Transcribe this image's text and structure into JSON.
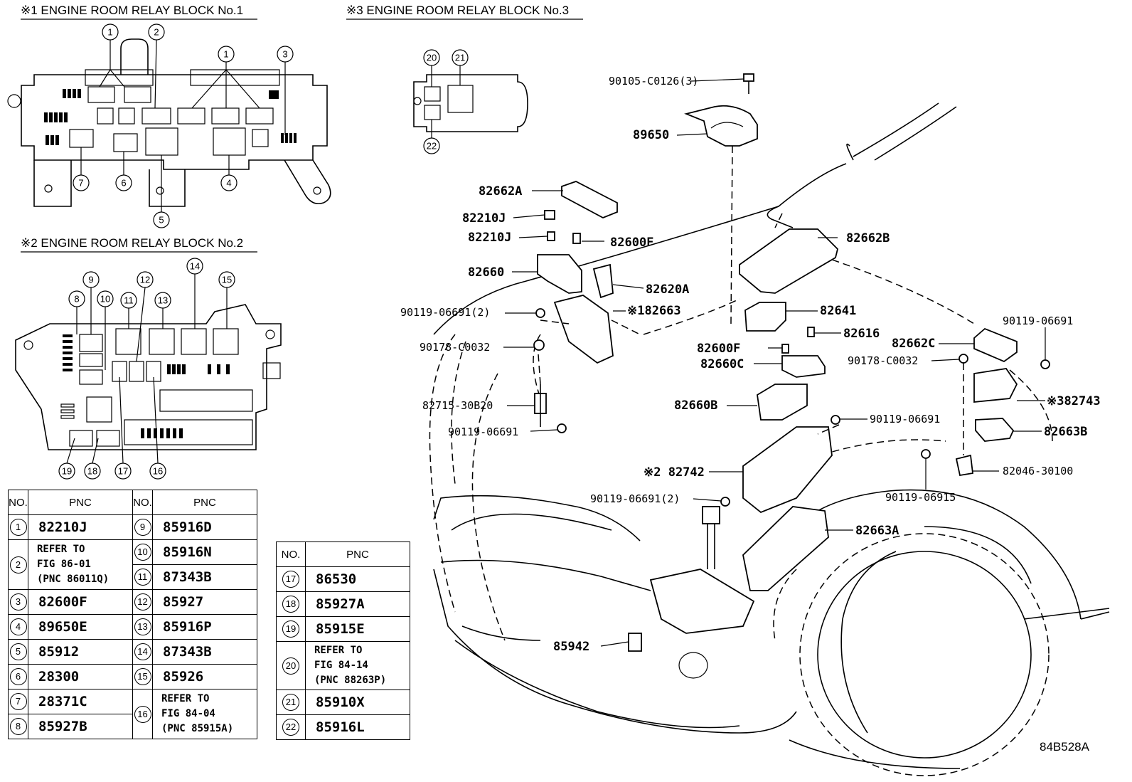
{
  "headers": {
    "block1": "※1 ENGINE ROOM RELAY BLOCK No.1",
    "block2": "※2 ENGINE ROOM RELAY BLOCK No.2",
    "block3": "※3 ENGINE ROOM RELAY BLOCK No.3"
  },
  "callouts": {
    "b1": [
      "1",
      "2",
      "1",
      "3",
      "7",
      "6",
      "4",
      "5"
    ],
    "b3": [
      "20",
      "21",
      "22"
    ],
    "b2": [
      "9",
      "8",
      "10",
      "11",
      "12",
      "13",
      "14",
      "15",
      "19",
      "18",
      "17",
      "16"
    ]
  },
  "parts": {
    "p90105": "90105-C0126(3)",
    "p89650": "89650",
    "p82662A": "82662A",
    "p82210J_1": "82210J",
    "p82210J_2": "82210J",
    "p82600F_1": "82600F",
    "p82662B": "82662B",
    "p82660": "82660",
    "p82620A": "82620A",
    "p90119_2a": "90119-06691(2)",
    "p82663": "※182663",
    "p82641": "82641",
    "p90178_1": "90178-C0032",
    "p82616": "82616",
    "p82662C": "82662C",
    "p90119_r": "90119-06691",
    "p82600F_2": "82600F",
    "p90178_2": "90178-C0032",
    "p82660C": "82660C",
    "p82715": "82715-30B20",
    "p82660B": "82660B",
    "p82743": "※382743",
    "p90119_m": "90119-06691",
    "p90119_c": "90119-06691",
    "p82663B": "82663B",
    "p82742": "※2 82742",
    "p82046": "82046-30100",
    "p90119_2b": "90119-06691(2)",
    "p90119_06915": "90119-06915",
    "p82663A": "82663A",
    "p85942": "85942"
  },
  "pnc_table": {
    "col_no": "NO.",
    "col_pnc": "PNC",
    "left": [
      {
        "no": "1",
        "pnc": "82210J"
      },
      {
        "no": "2",
        "pnc": "REFER TO\nFIG 86-01\n(PNC 86011Q)"
      },
      {
        "no": "3",
        "pnc": "82600F"
      },
      {
        "no": "4",
        "pnc": "89650E"
      },
      {
        "no": "5",
        "pnc": "85912"
      },
      {
        "no": "6",
        "pnc": "28300"
      },
      {
        "no": "7",
        "pnc": "28371C"
      },
      {
        "no": "8",
        "pnc": "85927B"
      }
    ],
    "middle": [
      {
        "no": "9",
        "pnc": "85916D"
      },
      {
        "no": "10",
        "pnc": "85916N"
      },
      {
        "no": "11",
        "pnc": "87343B"
      },
      {
        "no": "12",
        "pnc": "85927"
      },
      {
        "no": "13",
        "pnc": "85916P"
      },
      {
        "no": "14",
        "pnc": "87343B"
      },
      {
        "no": "15",
        "pnc": "85926"
      },
      {
        "no": "16",
        "pnc": "REFER TO\nFIG 84-04\n(PNC 85915A)"
      }
    ],
    "right": [
      {
        "no": "17",
        "pnc": "86530"
      },
      {
        "no": "18",
        "pnc": "85927A"
      },
      {
        "no": "19",
        "pnc": "85915E"
      },
      {
        "no": "20",
        "pnc": "REFER TO\nFIG 84-14\n(PNC 88263P)"
      },
      {
        "no": "21",
        "pnc": "85910X"
      },
      {
        "no": "22",
        "pnc": "85916L"
      }
    ]
  },
  "figure_code": "84B528A"
}
